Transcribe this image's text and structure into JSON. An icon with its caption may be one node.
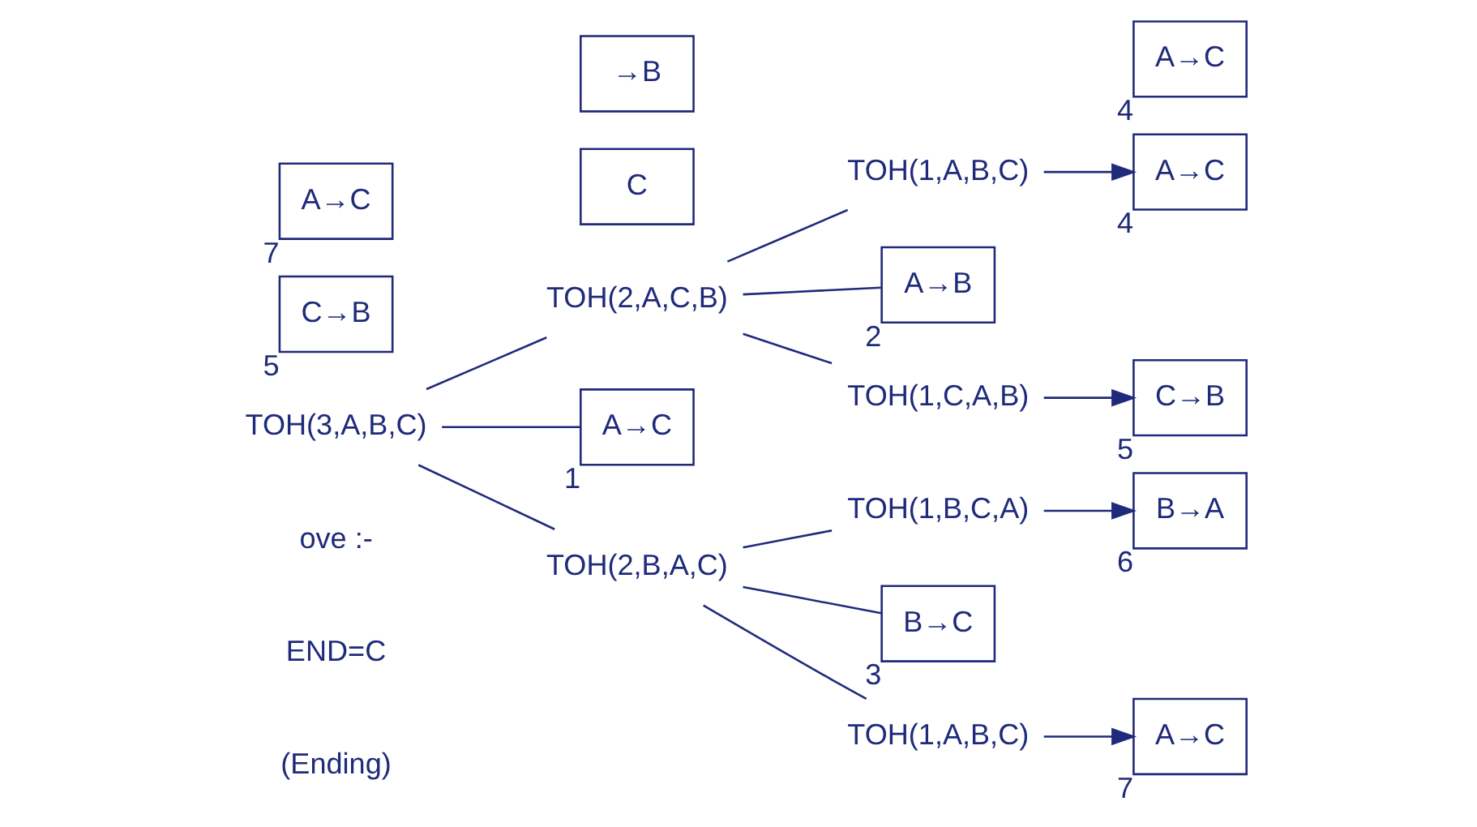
{
  "diagram": {
    "nodes": [
      {
        "text": [
          "TOH(3,A,B,C)"
        ]
      },
      {
        "text": [
          "TOH(2,A,C,B)"
        ]
      },
      {
        "text": [
          "A→C"
        ],
        "beside": [
          "1"
        ]
      },
      {
        "text": [
          "TOH(2,B,A,C)"
        ]
      },
      {
        "text": [
          "TOH(1,A,B,C)"
        ]
      },
      {
        "text": [
          "A→C"
        ],
        "beside": [
          "4"
        ]
      },
      {
        "text": [
          "A→B"
        ],
        "beside": [
          "2"
        ]
      },
      {
        "text": [
          "TOH(1,C,A,B)"
        ]
      },
      {
        "text": [
          "C→B"
        ],
        "beside": [
          "5"
        ]
      },
      {
        "text": [
          "TOH(1,B,C,A)"
        ]
      },
      {
        "text": [
          "B→A"
        ],
        "beside": [
          "6"
        ]
      },
      {
        "text": [
          "B→C"
        ],
        "beside": [
          "3"
        ]
      },
      {
        "text": [
          "TOH(1,A,B,C)"
        ]
      },
      {
        "text": [
          "A→C"
        ],
        "beside": [
          "7"
        ]
      },
      {
        "text": [
          "C"
        ]
      },
      {
        "text": [
          "→B"
        ]
      },
      {
        "text": [
          "A→C"
        ],
        "beside": [
          "4"
        ]
      },
      {
        "text": [
          "C→B"
        ],
        "beside": [
          "5"
        ]
      },
      {
        "text": [
          "A→C"
        ],
        "beside": [
          "7"
        ]
      }
    ],
    "edges": [
      {
        "from": 0,
        "to": 1,
        "arrow": "none"
      },
      {
        "from": 0,
        "to": 2,
        "arrow": "none"
      },
      {
        "from": 0,
        "to": 3,
        "arrow": "none"
      },
      {
        "from": 1,
        "to": 4,
        "arrow": "none"
      },
      {
        "from": 4,
        "to": 5,
        "arrow": "to"
      },
      {
        "from": 1,
        "to": 6,
        "arrow": "none"
      },
      {
        "from": 1,
        "to": 7,
        "arrow": "none"
      },
      {
        "from": 7,
        "to": 8,
        "arrow": "to"
      },
      {
        "from": 3,
        "to": 9,
        "arrow": "none"
      },
      {
        "from": 9,
        "to": 10,
        "arrow": "to"
      },
      {
        "from": 3,
        "to": 11,
        "arrow": "none"
      },
      {
        "from": 3,
        "to": 12,
        "arrow": "none"
      },
      {
        "from": 12,
        "to": 13,
        "arrow": "to"
      }
    ],
    "labels": [
      "(Ending)",
      "END=C",
      "ove :-"
    ]
  }
}
